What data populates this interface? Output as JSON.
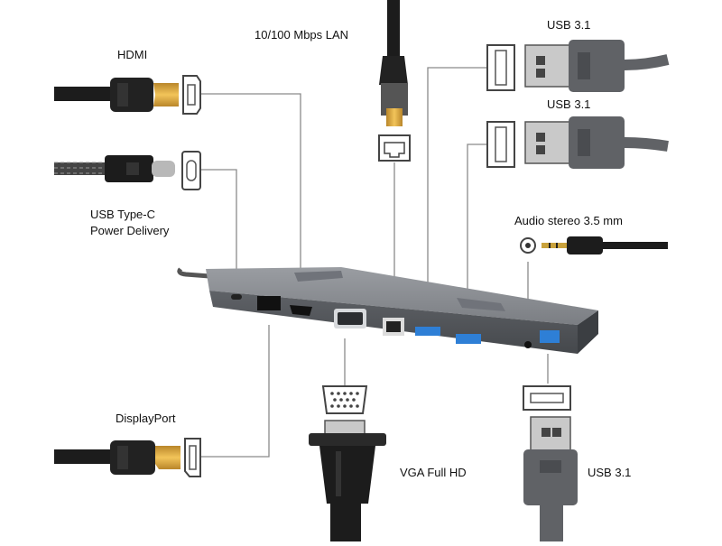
{
  "labels": {
    "lan": "10/100 Mbps LAN",
    "usb_top1": "USB 3.1",
    "usb_top2": "USB 3.1",
    "hdmi": "HDMI",
    "usbc_line1": "USB Type-C",
    "usbc_line2": "Power Delivery",
    "audio": "Audio stereo 3.5 mm",
    "displayport": "DisplayPort",
    "vga": "VGA Full HD",
    "usb_bottom": "USB 3.1"
  },
  "colors": {
    "hub_body": "#6b6e73",
    "hub_top": "#8c8f94",
    "cable_black": "#1c1c1c",
    "cable_grey": "#606266",
    "gold": "#d9a53a",
    "usb_blue": "#2e7fd6",
    "leader_line": "#8a8a8a"
  },
  "icons": [
    "hdmi-connector-icon",
    "usb-c-connector-icon",
    "rj45-connector-icon",
    "usb-a-connector-icon",
    "audio-jack-icon",
    "displayport-connector-icon",
    "vga-connector-icon",
    "hub-device-icon"
  ]
}
